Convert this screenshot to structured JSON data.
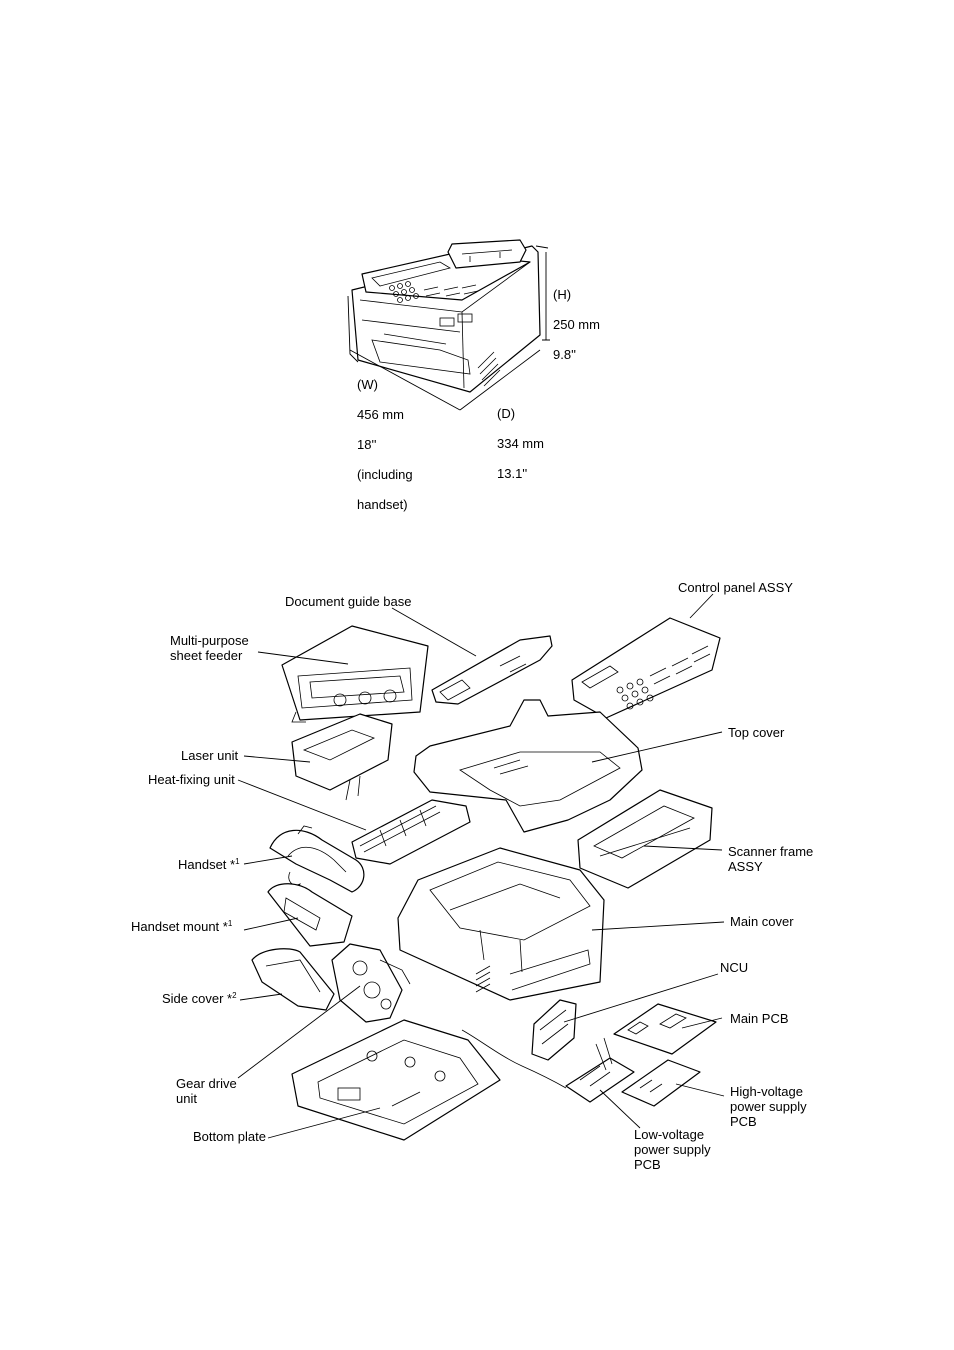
{
  "dimensions": {
    "height": {
      "prefix": "(H)",
      "metric": "250 mm",
      "imperial": "9.8''"
    },
    "width": {
      "prefix": "(W)",
      "metric": "456 mm",
      "imperial": "18''",
      "note_line1": "(including",
      "note_line2": "handset)"
    },
    "depth": {
      "prefix": "(D)",
      "metric": "334 mm",
      "imperial": "13.1''"
    }
  },
  "parts": {
    "document_guide_base": "Document guide base",
    "control_panel_assy": "Control panel ASSY",
    "multi_purpose_sheet_feeder": "Multi-purpose\nsheet feeder",
    "laser_unit": "Laser unit",
    "heat_fixing_unit": "Heat-fixing unit",
    "top_cover": "Top cover",
    "scanner_frame_assy": "Scanner frame\nASSY",
    "handset": {
      "name": "Handset",
      "mark": "*",
      "note": "1"
    },
    "handset_mount": {
      "name": "Handset mount",
      "mark": "*",
      "note": "1"
    },
    "main_cover": "Main cover",
    "ncu": "NCU",
    "side_cover": {
      "name": "Side cover",
      "mark": "*",
      "note": "2"
    },
    "main_pcb": "Main PCB",
    "gear_drive_unit": "Gear drive\nunit",
    "high_voltage_pcb": "High-voltage\npower supply\nPCB",
    "bottom_plate": "Bottom plate",
    "low_voltage_pcb": "Low-voltage\npower supply\nPCB"
  }
}
